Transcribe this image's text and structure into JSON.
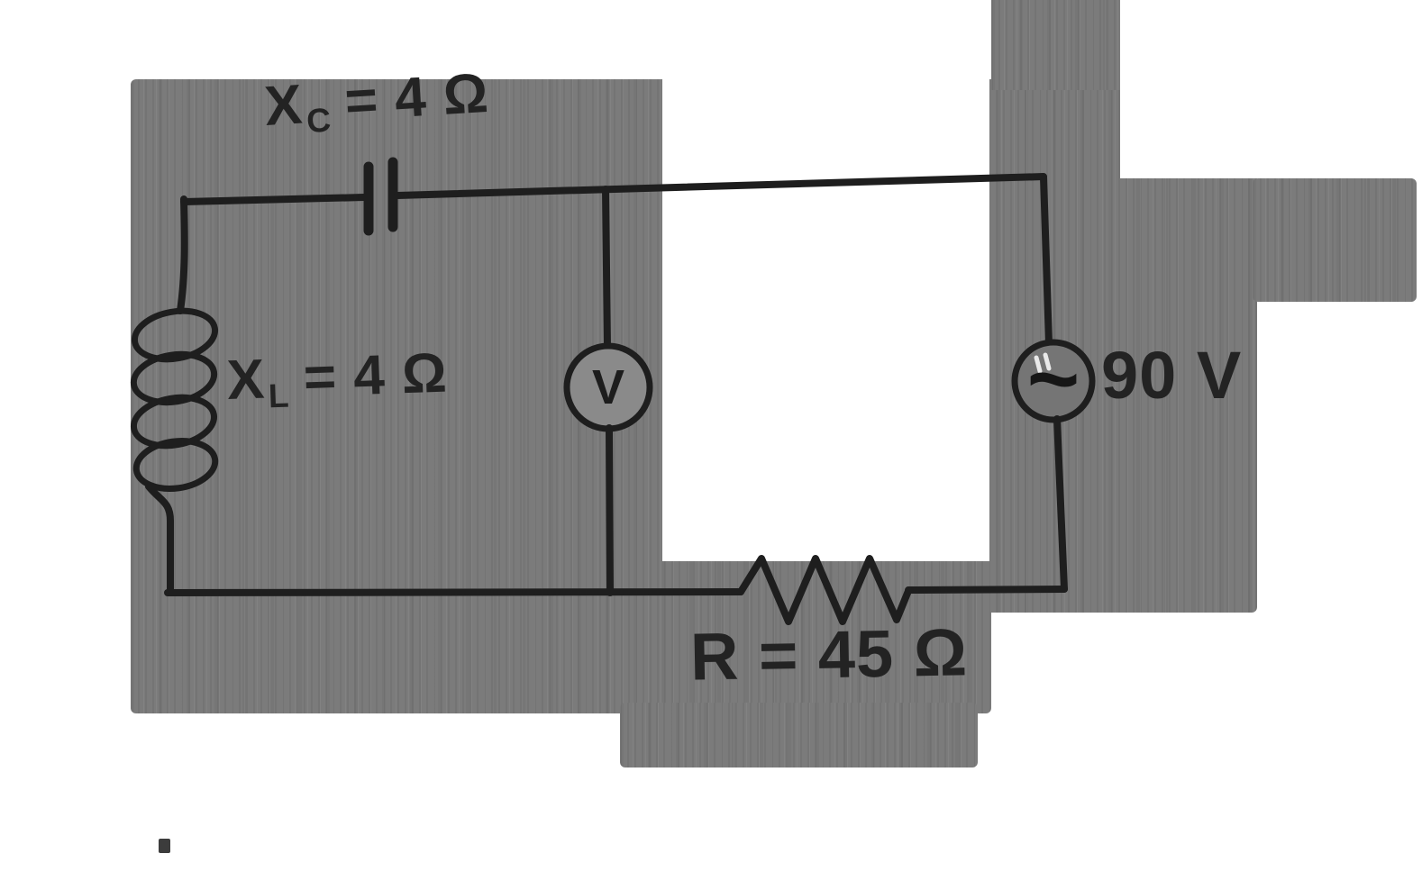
{
  "title": "Series AC circuit diagram with capacitor, inductor, resistor, voltmeter and AC source",
  "colors": {
    "ink": "#1f1f1f",
    "paper_white": "#ffffff",
    "scan_gray": "#7b7b7b",
    "voltmeter_fill": "#8a8a8a",
    "source_fill": "#757575"
  },
  "labels": {
    "capacitor": {
      "base": "X",
      "sub": "C",
      "value": "= 4 Ω"
    },
    "inductor": {
      "base": "X",
      "sub": "L",
      "value": "= 4 Ω"
    },
    "resistor": {
      "text": "R = 45 Ω"
    },
    "source_voltage": {
      "text": "90 V"
    },
    "voltmeter": {
      "text": "V"
    },
    "ac_symbol": {
      "text": "~"
    }
  },
  "icons": {
    "capacitor-icon": "two parallel plates",
    "inductor-coil-icon": "four loop coil",
    "resistor-zigzag-icon": "zigzag",
    "voltmeter-icon": "circle with V",
    "ac-source-icon": "circle with tilde"
  }
}
